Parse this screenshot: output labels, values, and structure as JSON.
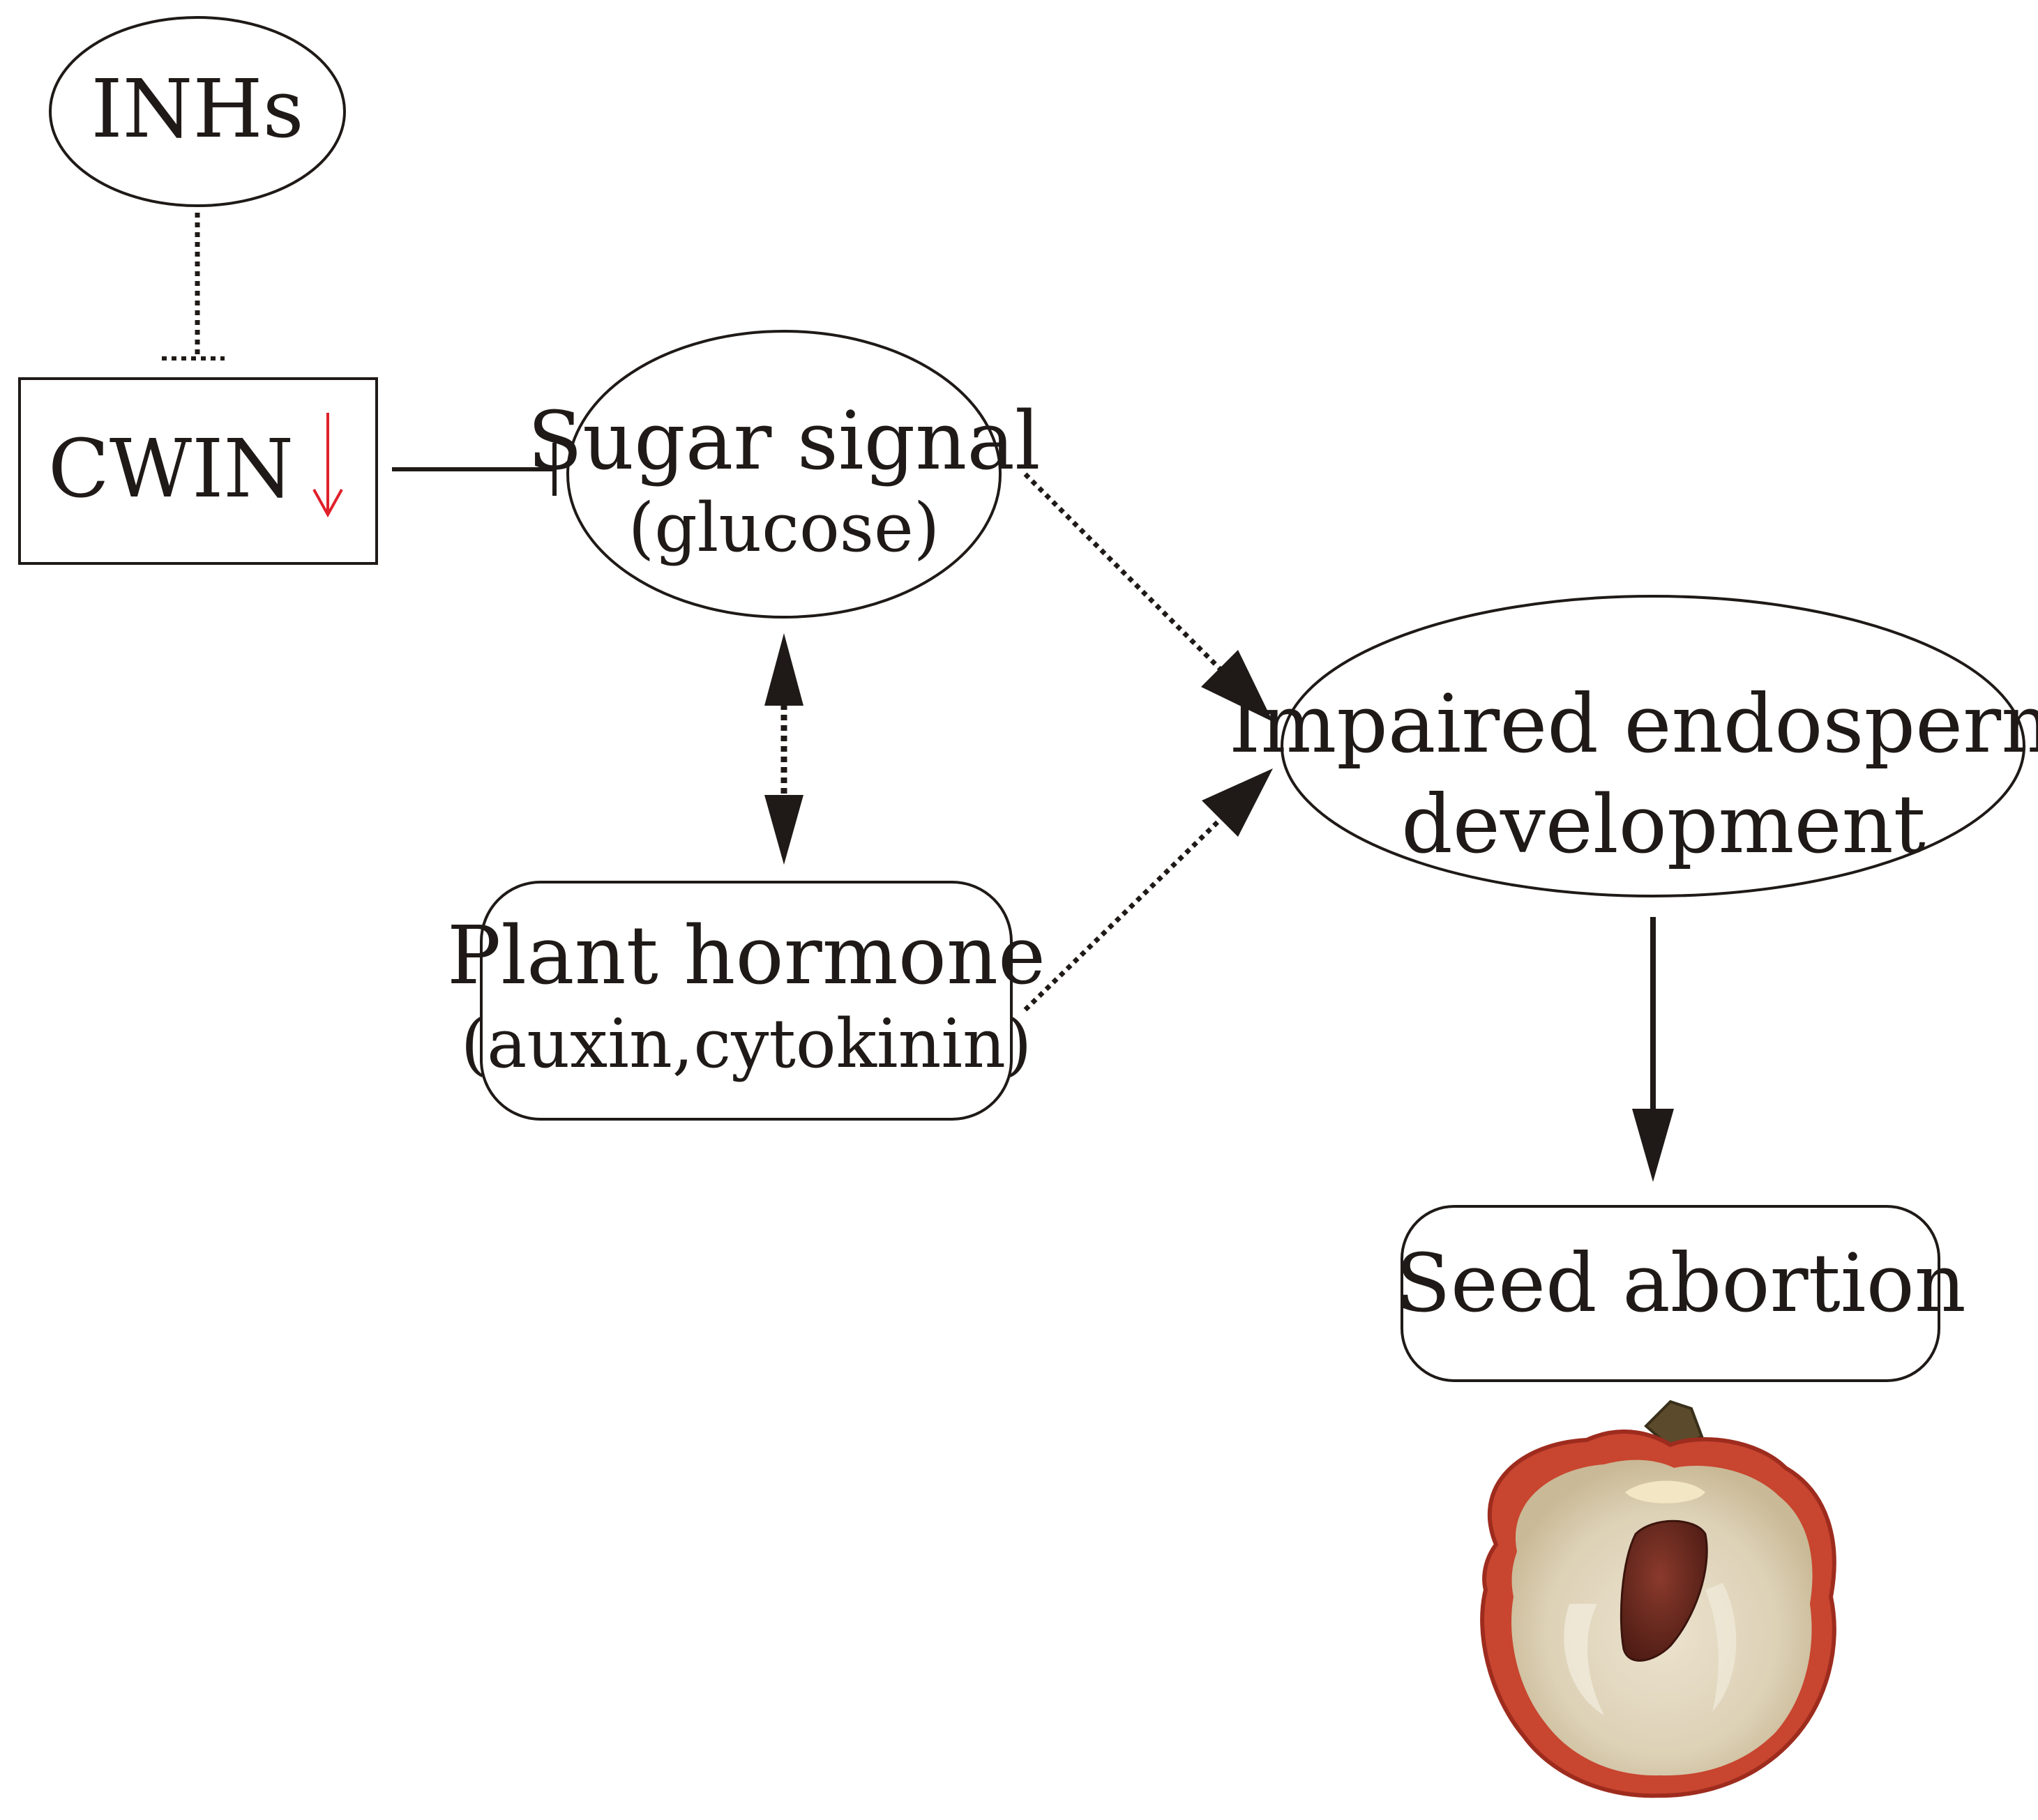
{
  "nodes": {
    "inhs": {
      "label": "INHs"
    },
    "cwin": {
      "label": "CWIN",
      "arrow_glyph": "↓",
      "arrow_color": "#e0202a"
    },
    "sugar": {
      "label": "Sugar signal",
      "sub": "(glucose)"
    },
    "hormone": {
      "label": "Plant hormone",
      "sub": "(auxin,cytokinin)"
    },
    "endosperm": {
      "label_line1": "Impaired endosperm",
      "label_line2": "development"
    },
    "seed": {
      "label": "Seed abortion"
    }
  },
  "edges": [
    {
      "from": "inhs",
      "to": "cwin",
      "style": "dotted",
      "head": "inhibit"
    },
    {
      "from": "cwin",
      "to": "sugar",
      "style": "solid",
      "head": "inhibit"
    },
    {
      "from": "sugar",
      "to": "hormone",
      "style": "dotted",
      "head": "bidirectional"
    },
    {
      "from": "sugar",
      "to": "endosperm",
      "style": "dotted",
      "head": "arrow"
    },
    {
      "from": "hormone",
      "to": "endosperm",
      "style": "dotted",
      "head": "arrow"
    },
    {
      "from": "endosperm",
      "to": "seed",
      "style": "solid",
      "head": "arrow"
    }
  ],
  "colors": {
    "ink": "#1f1a17",
    "accent": "#e0202a"
  },
  "image": {
    "subject": "halved lychee fruit with aborted seed"
  }
}
